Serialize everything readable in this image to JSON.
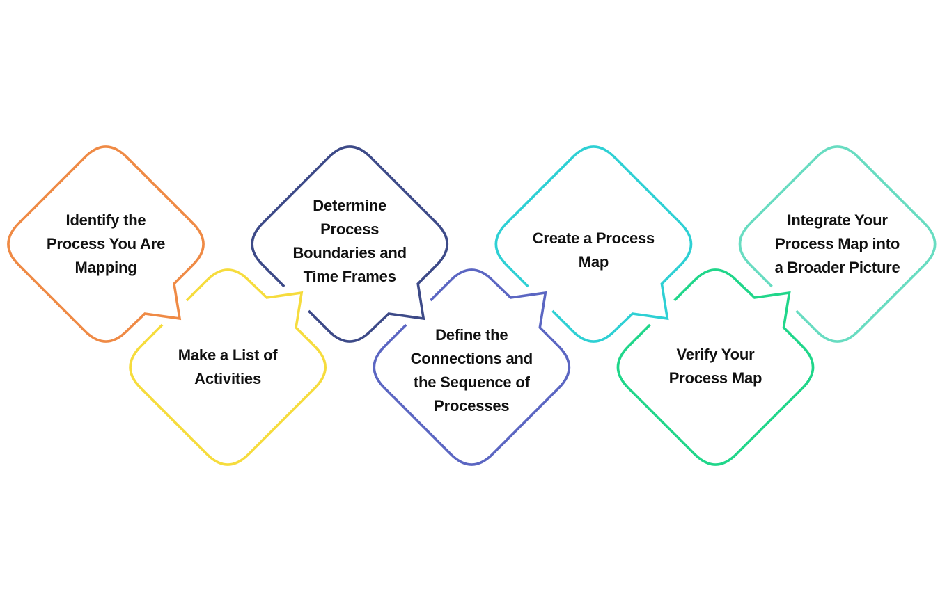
{
  "steps": [
    {
      "lines": [
        "Identify the",
        "Process You Are",
        "Mapping"
      ],
      "color": "#EF8A45"
    },
    {
      "lines": [
        "Make a List of",
        "Activities"
      ],
      "color": "#F6DC3D"
    },
    {
      "lines": [
        "Determine",
        "Process",
        "Boundaries and",
        "Time Frames"
      ],
      "color": "#3D4A88"
    },
    {
      "lines": [
        "Define the",
        "Connections and",
        "the Sequence of",
        "Processes"
      ],
      "color": "#5B66C2"
    },
    {
      "lines": [
        "Create a Process",
        "Map"
      ],
      "color": "#2ED0D4"
    },
    {
      "lines": [
        "Verify Your",
        "Process Map"
      ],
      "color": "#20D68A"
    },
    {
      "lines": [
        "Integrate Your",
        "Process Map into",
        "a Broader Picture"
      ],
      "color": "#68DCC1"
    }
  ]
}
